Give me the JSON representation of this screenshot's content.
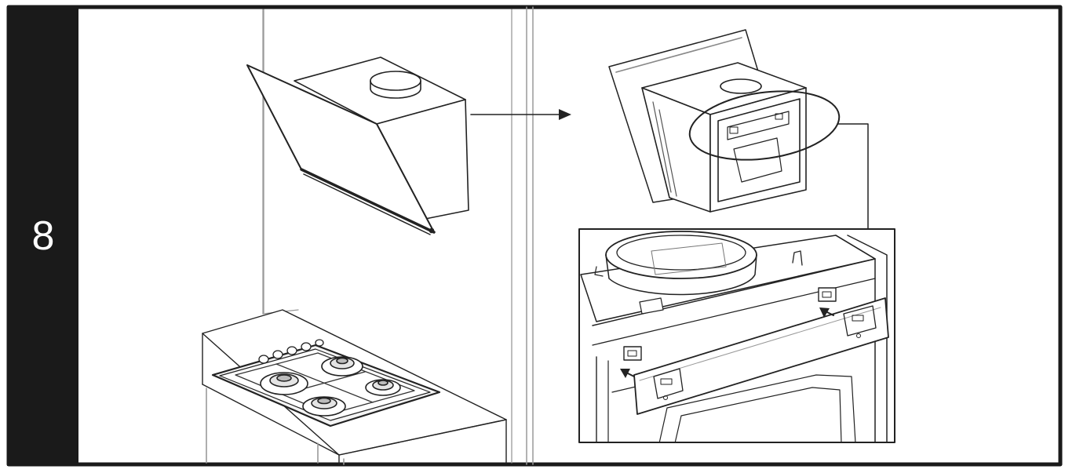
{
  "step": {
    "number": "8"
  },
  "colors": {
    "frame": "#1a1a1a",
    "ink": "#222222",
    "paper": "#ffffff",
    "gray": "#9a9a9a"
  },
  "panels": {
    "left": {
      "illustration": "cooker-hood-above-gas-hob"
    },
    "right": {
      "illustration": "hood-mounted-on-wall-bracket",
      "detail": "bracket-hook-detail-zoom"
    }
  },
  "icons": [
    "arrow-right-icon",
    "detail-callout-icon",
    "hook-insert-arrow-icon"
  ]
}
